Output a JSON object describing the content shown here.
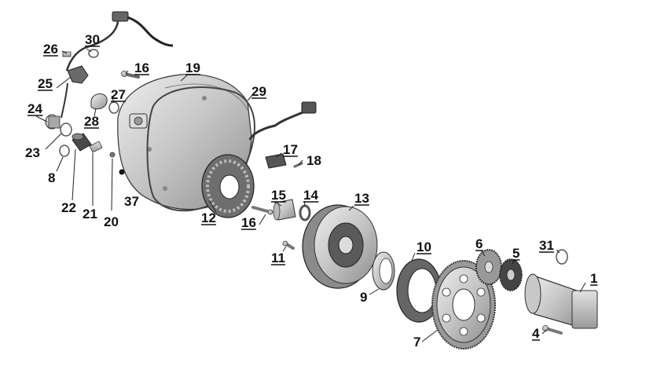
{
  "colors": {
    "part_fill": "#cfcfcf",
    "part_dark": "#8a8a8a",
    "part_light": "#e8e8e8",
    "line": "#222222",
    "callout": "#111111"
  },
  "callouts": [
    {
      "id": "c26",
      "label": "26",
      "underline": true
    },
    {
      "id": "c30",
      "label": "30",
      "underline": true
    },
    {
      "id": "c25",
      "label": "25",
      "underline": true
    },
    {
      "id": "c16a",
      "label": "16",
      "underline": true
    },
    {
      "id": "c19",
      "label": "19",
      "underline": true
    },
    {
      "id": "c27",
      "label": "27",
      "underline": true
    },
    {
      "id": "c28",
      "label": "28",
      "underline": true
    },
    {
      "id": "c29",
      "label": "29",
      "underline": true
    },
    {
      "id": "c24",
      "label": "24",
      "underline": true
    },
    {
      "id": "c23",
      "label": "23",
      "underline": false
    },
    {
      "id": "c8",
      "label": "8",
      "underline": false
    },
    {
      "id": "c17",
      "label": "17",
      "underline": true
    },
    {
      "id": "c18",
      "label": "18",
      "underline": false
    },
    {
      "id": "c22",
      "label": "22",
      "underline": false
    },
    {
      "id": "c21",
      "label": "21",
      "underline": false
    },
    {
      "id": "c20",
      "label": "20",
      "underline": false
    },
    {
      "id": "c37",
      "label": "37",
      "underline": false
    },
    {
      "id": "c12",
      "label": "12",
      "underline": true
    },
    {
      "id": "c15",
      "label": "15",
      "underline": true
    },
    {
      "id": "c14",
      "label": "14",
      "underline": true
    },
    {
      "id": "c13",
      "label": "13",
      "underline": true
    },
    {
      "id": "c16b",
      "label": "16",
      "underline": true
    },
    {
      "id": "c11",
      "label": "11",
      "underline": true
    },
    {
      "id": "c10",
      "label": "10",
      "underline": true
    },
    {
      "id": "c9",
      "label": "9",
      "underline": false
    },
    {
      "id": "c6",
      "label": "6",
      "underline": true
    },
    {
      "id": "c5",
      "label": "5",
      "underline": true
    },
    {
      "id": "c31",
      "label": "31",
      "underline": true
    },
    {
      "id": "c1",
      "label": "1",
      "underline": true
    },
    {
      "id": "c4",
      "label": "4",
      "underline": true
    },
    {
      "id": "c7",
      "label": "7",
      "underline": false
    }
  ]
}
